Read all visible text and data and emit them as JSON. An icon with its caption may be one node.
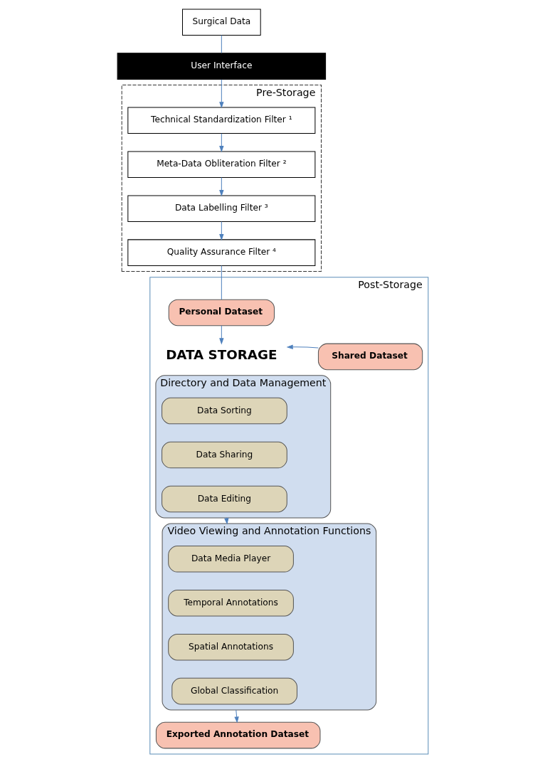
{
  "diagram": {
    "nodes": [
      {
        "text": [
          "Surgical Data"
        ]
      },
      {
        "text": [
          "User Interface"
        ]
      },
      {
        "text": [
          "Pre-Storage"
        ]
      },
      {
        "text": [
          "Technical Standardization Filter ¹"
        ],
        "in": 2
      },
      {
        "text": [
          "Meta-Data Obliteration Filter ²"
        ],
        "in": 2
      },
      {
        "text": [
          "Data Labelling Filter ³"
        ],
        "in": 2
      },
      {
        "text": [
          "Quality Assurance Filter ⁴"
        ],
        "in": 2
      },
      {
        "text": [
          "Post-Storage"
        ]
      },
      {
        "text": [
          "Personal Dataset"
        ],
        "in": 7
      },
      {
        "text": [
          "DATA STORAGE"
        ],
        "in": 7
      },
      {
        "text": [
          "Shared Dataset"
        ],
        "in": 7
      },
      {
        "text": [
          "Directory and Data Management"
        ],
        "in": 7
      },
      {
        "text": [
          "Data Sorting"
        ],
        "in": 11
      },
      {
        "text": [
          "Data Sharing"
        ],
        "in": 11
      },
      {
        "text": [
          "Data Editing"
        ],
        "in": 11
      },
      {
        "text": [
          "Video Viewing and Annotation Functions"
        ],
        "in": 7
      },
      {
        "text": [
          "Data Media Player"
        ],
        "in": 15
      },
      {
        "text": [
          "Temporal Annotations"
        ],
        "in": 15
      },
      {
        "text": [
          "Spatial Annotations"
        ],
        "in": 15
      },
      {
        "text": [
          "Global Classification"
        ],
        "in": 15
      },
      {
        "text": [
          "Exported Annotation Dataset"
        ],
        "in": 7
      }
    ],
    "edges": [
      {
        "from": 0,
        "to": 1,
        "arrow": "none"
      },
      {
        "from": 1,
        "to": 3,
        "arrow": "to"
      },
      {
        "from": 3,
        "to": 4,
        "arrow": "to"
      },
      {
        "from": 4,
        "to": 5,
        "arrow": "to"
      },
      {
        "from": 5,
        "to": 6,
        "arrow": "to"
      },
      {
        "from": 6,
        "to": 8,
        "arrow": "none"
      },
      {
        "from": 8,
        "to": 9,
        "arrow": "to"
      },
      {
        "from": 10,
        "to": 9,
        "arrow": "to"
      },
      {
        "from": 11,
        "to": 15,
        "arrow": "to"
      },
      {
        "from": 15,
        "to": 20,
        "arrow": "to"
      }
    ]
  }
}
